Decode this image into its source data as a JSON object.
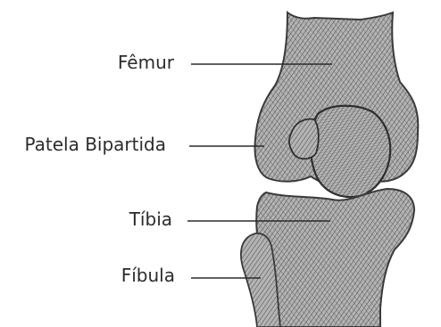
{
  "labels": {
    "femur": "Fêmur",
    "patela": "Patela Bipartida",
    "tibia": "Tíbia",
    "fibula": "Fíbula"
  },
  "colors": {
    "ink": "#3a3a3a",
    "bone_fill": "#9a9a9a",
    "text": "#2b2b2b"
  }
}
